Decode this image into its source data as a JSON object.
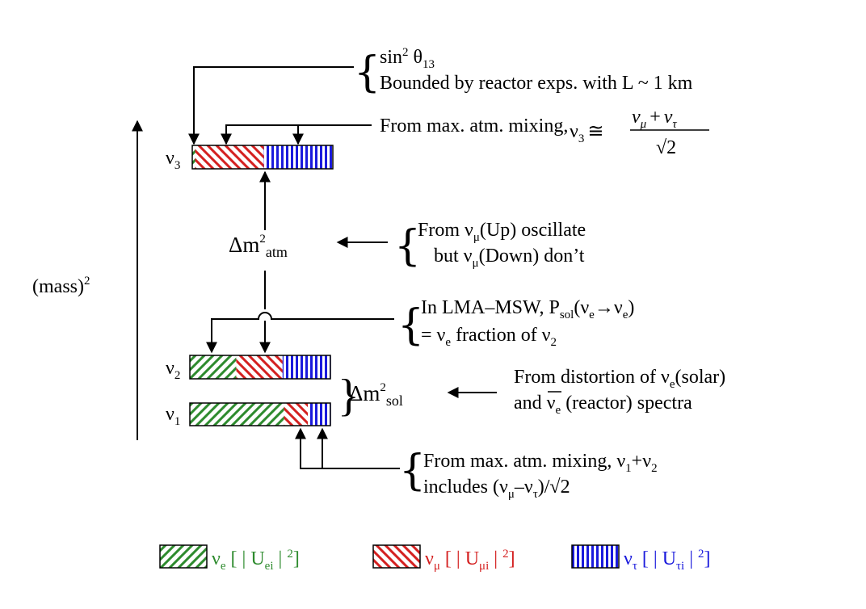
{
  "axis": {
    "label": "(mass)",
    "label_sup": "2"
  },
  "levels": {
    "nu3": {
      "sym": "ν",
      "sub": "3",
      "fractions": {
        "e": 0.02,
        "mu": 0.49,
        "tau": 0.49
      }
    },
    "nu2": {
      "sym": "ν",
      "sub": "2",
      "fractions": {
        "e": 0.33,
        "mu": 0.33,
        "tau": 0.34
      }
    },
    "nu1": {
      "sym": "ν",
      "sub": "1",
      "fractions": {
        "e": 0.67,
        "mu": 0.17,
        "tau": 0.16
      }
    }
  },
  "splittings": {
    "atm": {
      "base": "Δm",
      "sup": "2",
      "sub": "atm"
    },
    "sol": {
      "base": "Δm",
      "sup": "2",
      "sub": "sol"
    }
  },
  "annotations": {
    "theta13": {
      "line1_a": "sin",
      "line1_sup": "2",
      "line1_b": " θ",
      "line1_sub": "13",
      "line2": "Bounded by reactor exps. with L ~ 1 km"
    },
    "atm_mixing_nu3": {
      "text": "From max. atm. mixing,",
      "eq_lhs": "ν",
      "eq_lhs_sub": "3",
      "approx": "≅",
      "num_a": "ν",
      "num_a_sub": "μ",
      "plus": "+",
      "num_b": "ν",
      "num_b_sub": "τ",
      "den": "√2"
    },
    "atm_osc": {
      "l1_a": "From ν",
      "l1_sub": "μ",
      "l1_b": "(Up) oscillate",
      "l2_a": "but ν",
      "l2_sub": "μ",
      "l2_b": "(Down) don’t"
    },
    "lma": {
      "l1_a": "In LMA–MSW, P",
      "l1_sub1": "sol",
      "l1_b": "(ν",
      "l1_sub2": "e",
      "l1_arrow": "→",
      "l1_c": "ν",
      "l1_sub3": "e",
      "l1_d": ")",
      "l2_a": "= ν",
      "l2_sub1": "e",
      "l2_b": " fraction of ν",
      "l2_sub2": "2"
    },
    "solar": {
      "l1_a": "From distortion of ν",
      "l1_sub": "e",
      "l1_b": "(solar)",
      "l2_a": "and ",
      "l2_nu": "ν",
      "l2_sub": "e",
      "l2_b": " (reactor) spectra"
    },
    "atm_mixing_12": {
      "l1_a": "From max. atm. mixing, ν",
      "l1_sub1": "1",
      "l1_plus": "+ν",
      "l1_sub2": "2",
      "l2_a": "includes (ν",
      "l2_sub1": "μ",
      "l2_dash": "–ν",
      "l2_sub2": "τ",
      "l2_b": ")/√2"
    }
  },
  "legend": [
    {
      "flavor": "e",
      "color": "#2e8b2e",
      "nu": "ν",
      "sub": "e",
      "open": " [ | U",
      "usub": "ei",
      "close": " | ",
      "sup": "2",
      "end": "]"
    },
    {
      "flavor": "mu",
      "color": "#d42020",
      "nu": "ν",
      "sub": "μ",
      "open": " [ | U",
      "usub": "μi",
      "close": " | ",
      "sup": "2",
      "end": "]"
    },
    {
      "flavor": "tau",
      "color": "#1a1adc",
      "nu": "ν",
      "sub": "τ",
      "open": " [ | U",
      "usub": "τi",
      "close": " | ",
      "sup": "2",
      "end": "]"
    }
  ]
}
